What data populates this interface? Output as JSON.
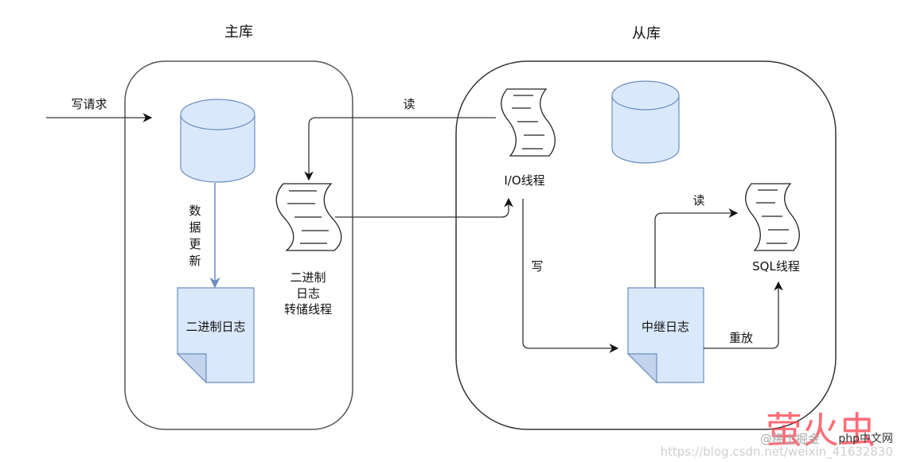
{
  "diagram": {
    "master": {
      "title": "主库",
      "write_request_label": "写请求",
      "data_update_label": [
        "数",
        "据",
        "更",
        "新"
      ],
      "binlog_label": "二进制日志",
      "dump_thread_label": [
        "二进制",
        "日志",
        "转储线程"
      ]
    },
    "slave": {
      "title": "从库",
      "io_thread_label": "I/O线程",
      "sql_thread_label": "SQL线程",
      "relay_log_label": "中继日志",
      "write_label": "写",
      "read_label": "读",
      "replay_label": "重放"
    },
    "edges": {
      "read_binlog_label": "读"
    },
    "colors": {
      "storage_fill": "#dae8fc",
      "storage_stroke": "#6c8ebf",
      "line": "#333333"
    },
    "watermark": {
      "brand": "萤火虫",
      "author": "@稀土掘金",
      "site": "php中文网",
      "url": "https://blog.csdn.net/weixin_41632830"
    }
  }
}
